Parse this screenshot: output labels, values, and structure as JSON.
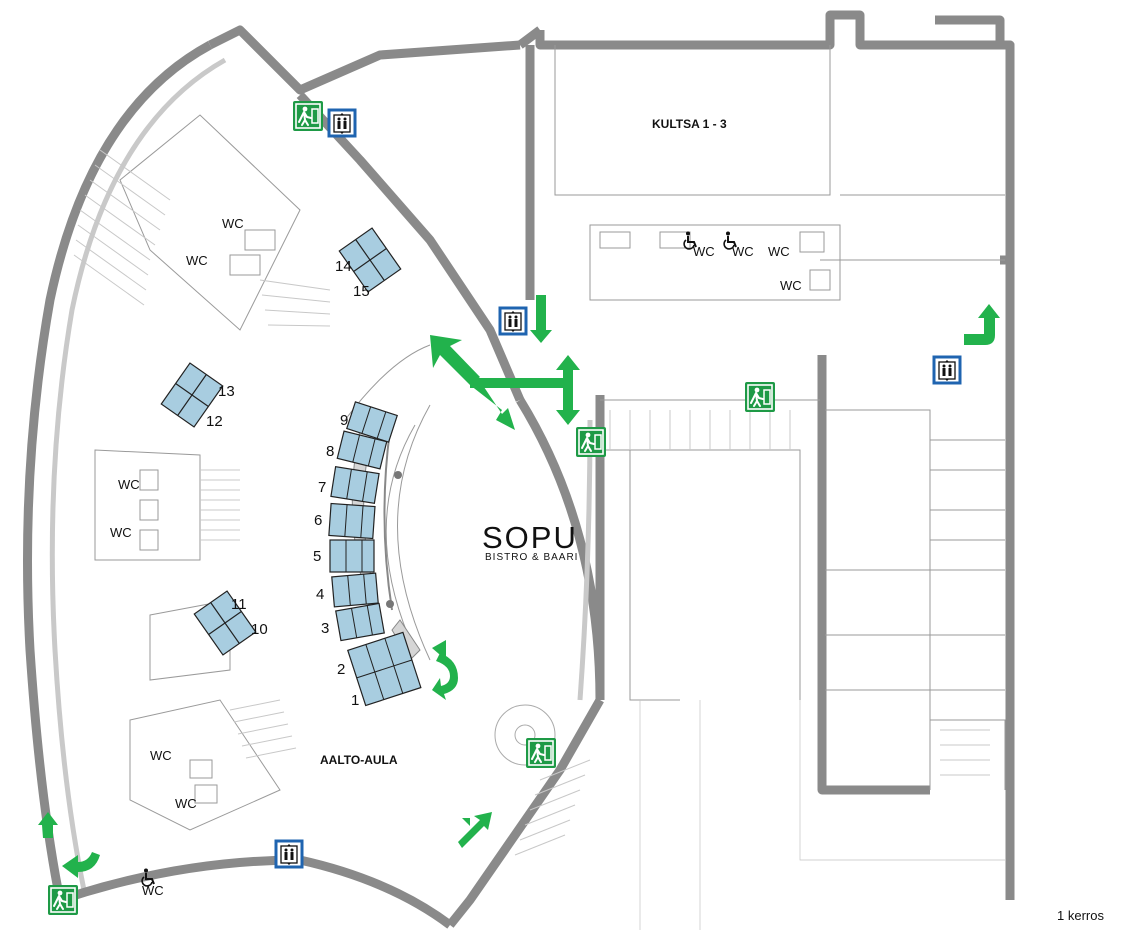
{
  "map": {
    "labels": {
      "kultsa": "KULTSA 1 - 3",
      "aalto_aula": "AALTO-AULA",
      "sopu_title": "SOPU",
      "sopu_subtitle": "BISTRO & BAARI",
      "floor": "1 kerros"
    },
    "wc_label": "WC",
    "booth_numbers": [
      "1",
      "2",
      "3",
      "4",
      "5",
      "6",
      "7",
      "8",
      "9",
      "10",
      "11",
      "12",
      "13",
      "14",
      "15"
    ],
    "icons": {
      "exit": "emergency-exit-icon",
      "elevator": "elevator-icon",
      "accessible": "wheelchair-icon",
      "arrow": "direction-arrow-icon"
    },
    "colors": {
      "booth_fill": "#a8cde0",
      "arrow_green": "#22b24c",
      "exit_green": "#1e9a46",
      "elevator_blue": "#1f64b0",
      "wall_gray": "#8a8a8a"
    }
  }
}
